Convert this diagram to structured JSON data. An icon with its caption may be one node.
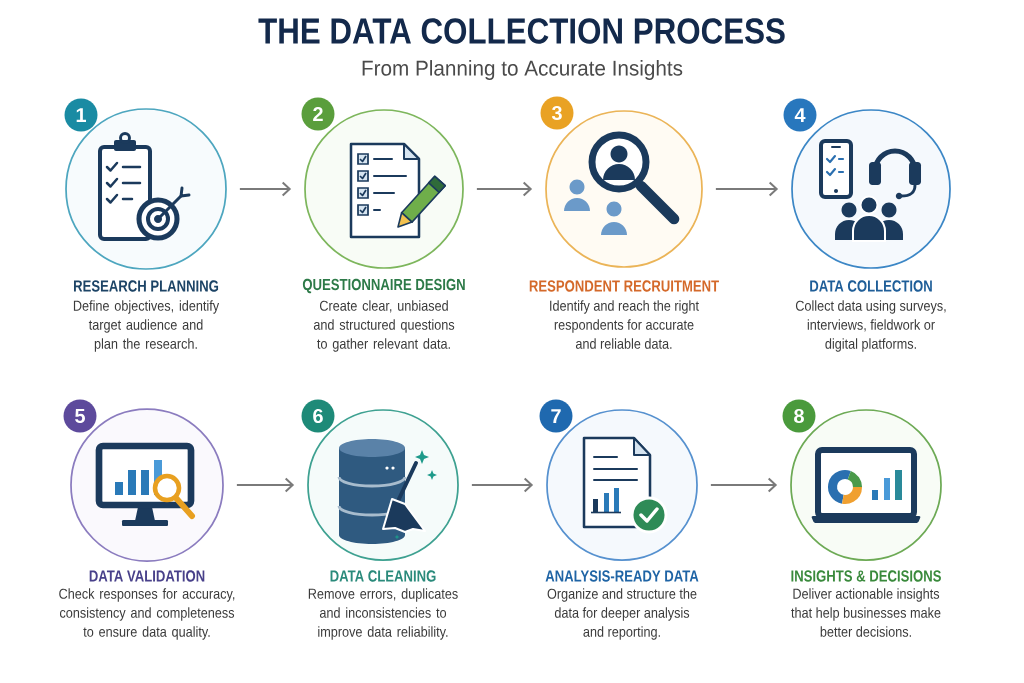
{
  "diagram": {
    "title": "THE DATA COLLECTION PROCESS",
    "nodes": [
      {
        "text": [
          "1",
          "RESEARCH PLANNING",
          "Define objectives, identify target audience and plan the research."
        ]
      },
      {
        "text": [
          "2",
          "QUESTIONNAIRE DESIGN",
          "Create clear, unbiased and structured questions to gather relevant data."
        ]
      },
      {
        "text": [
          "3",
          "RESPONDENT RECRUITMENT",
          "Identify and reach the right respondents for accurate and reliable data."
        ]
      },
      {
        "text": [
          "4",
          "DATA COLLECTION",
          "Collect data using surveys, interviews, fieldwork or digital platforms."
        ]
      },
      {
        "text": [
          "5",
          "DATA VALIDATION",
          "Check responses for accuracy, consistency and completeness to ensure data quality."
        ]
      },
      {
        "text": [
          "6",
          "DATA CLEANING",
          "Remove errors, duplicates and inconsistencies to improve data reliability."
        ]
      },
      {
        "text": [
          "7",
          "ANALYSIS-READY DATA",
          "Organize and structure the data for deeper analysis and reporting."
        ]
      },
      {
        "text": [
          "8",
          "INSIGHTS & DECISIONS",
          "Deliver actionable insights that help businesses make better decisions."
        ]
      }
    ],
    "edges": [
      {
        "from": 0,
        "to": 1,
        "arrow": "to"
      },
      {
        "from": 1,
        "to": 2,
        "arrow": "to"
      },
      {
        "from": 2,
        "to": 3,
        "arrow": "to"
      },
      {
        "from": 4,
        "to": 5,
        "arrow": "to"
      },
      {
        "from": 5,
        "to": 6,
        "arrow": "to"
      },
      {
        "from": 6,
        "to": 7,
        "arrow": "to"
      }
    ],
    "labels": [
      "From Planning to Accurate Insights"
    ]
  }
}
